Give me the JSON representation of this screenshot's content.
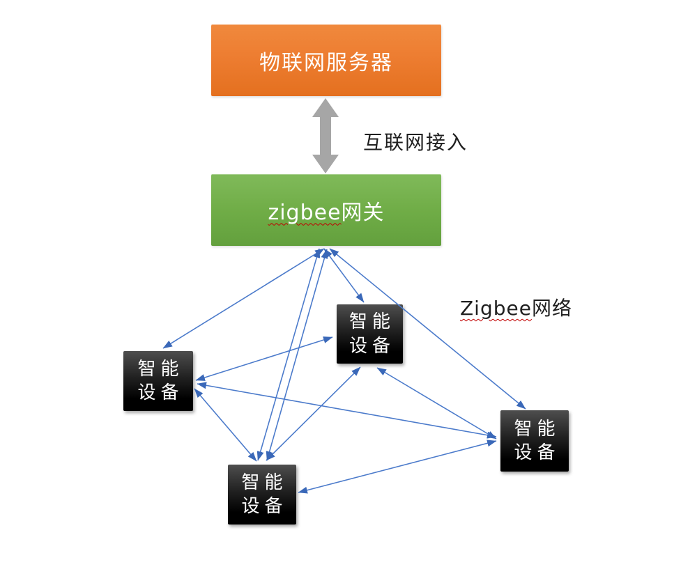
{
  "server": {
    "label": "物联网服务器"
  },
  "internet_link": {
    "label": "互联网接入"
  },
  "gateway": {
    "label_latin": "zigbee",
    "label_cjk": "网关"
  },
  "network_label": {
    "latin": "Zigbee",
    "cjk": "网络"
  },
  "devices": [
    {
      "id": "device-center",
      "line1": "智能",
      "line2": "设备"
    },
    {
      "id": "device-left",
      "line1": "智能",
      "line2": "设备"
    },
    {
      "id": "device-right",
      "line1": "智能",
      "line2": "设备"
    },
    {
      "id": "device-bottom",
      "line1": "智能",
      "line2": "设备"
    }
  ],
  "colors": {
    "server_orange": "#ED7D31",
    "gateway_green": "#70AD47",
    "device_black": "#111111",
    "arrow_blue_line": "#4C7BCB",
    "arrow_blue_head": "#3A68B8",
    "arrow_gray": "#A6A6A6",
    "wavy_red": "#C00000",
    "label_text": "#1F1F1F"
  },
  "mesh_edges": [
    [
      465,
      357,
      234,
      500
    ],
    [
      465,
      357,
      522,
      434
    ],
    [
      458,
      357,
      370,
      661
    ],
    [
      469,
      358,
      383,
      661
    ],
    [
      473,
      357,
      754,
      587
    ],
    [
      281,
      546,
      477,
      484
    ],
    [
      283,
      551,
      712,
      627
    ],
    [
      279,
      558,
      368,
      662
    ],
    [
      517,
      527,
      382,
      661
    ],
    [
      541,
      528,
      712,
      630
    ],
    [
      428,
      707,
      712,
      633
    ]
  ],
  "gray_arrow_points": "467,141 448,168 459,168 459,222 448,222 467,249 486,222 475,222 475,168 486,168"
}
